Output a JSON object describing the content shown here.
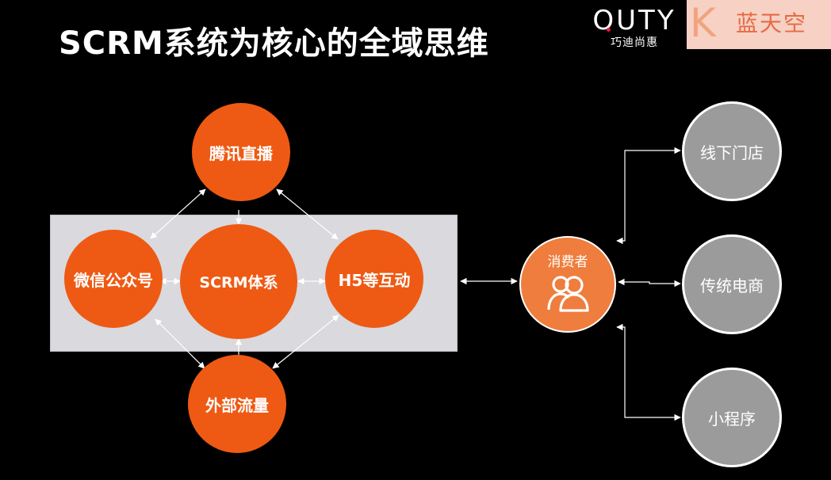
{
  "title": "SCRM系统为核心的全域思维",
  "logo": {
    "wordmark": "OUTY",
    "subtitle": "巧迪尚惠",
    "accent": "#e8173f"
  },
  "watermark": {
    "letter": "K",
    "text": "蓝天空"
  },
  "diagram": {
    "core_nodes": {
      "top": "腾讯直播",
      "left": "微信公众号",
      "center": "SCRM体系",
      "right": "H5等互动",
      "bottom": "外部流量"
    },
    "consumer": {
      "label": "消费者",
      "icon": "people-icon"
    },
    "channels": [
      "线下门店",
      "传统电商",
      "小程序"
    ]
  },
  "colors": {
    "background": "#000000",
    "orange": "#ee5a13",
    "consumer_orange": "#ef7d3d",
    "grey_node": "#9b9b9b",
    "box": "#d9d9de"
  }
}
